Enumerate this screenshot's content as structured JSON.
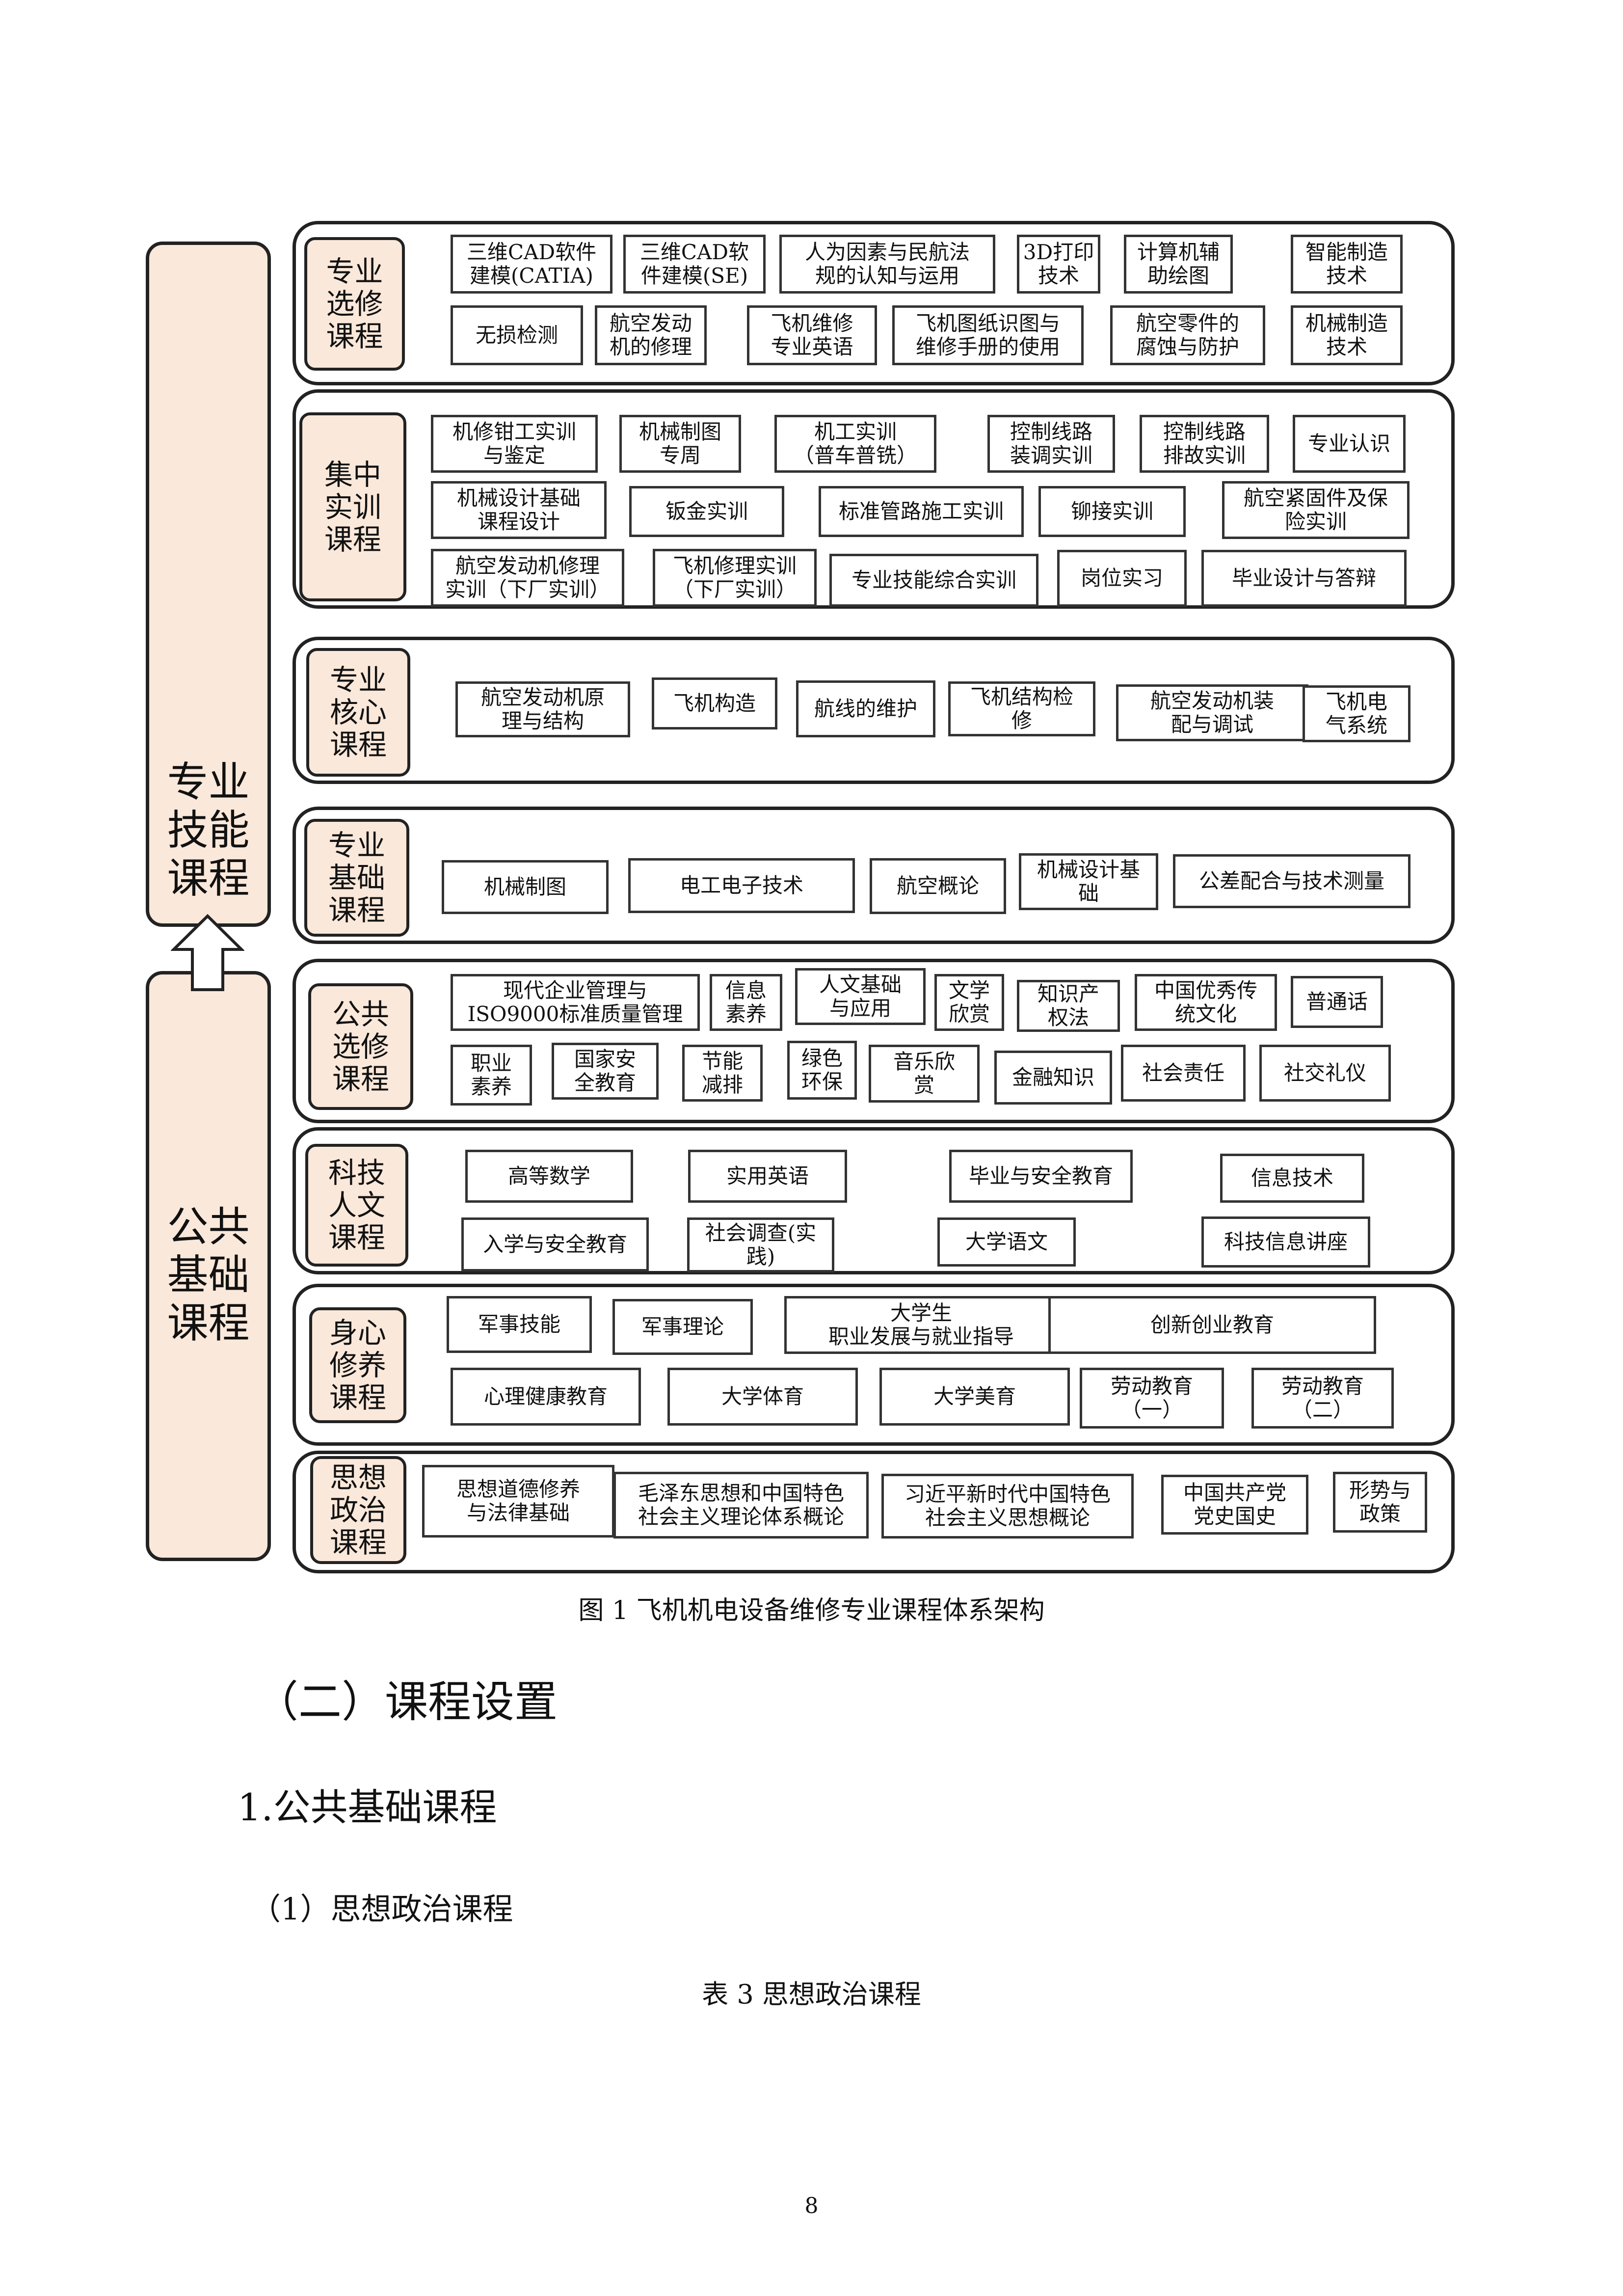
{
  "sidebars": {
    "top": "专业\n技能\n课程",
    "bottom": "公共\n基础\n课程"
  },
  "bands": [
    {
      "label": "专业\n选修\n课程",
      "courses": [
        "三维CAD软件\n建模(CATIA)",
        "三维CAD软\n件建模(SE)",
        "人为因素与民航法\n规的认知与运用",
        "3D打印\n技术",
        "计算机辅\n助绘图",
        "智能制造\n技术",
        "无损检测",
        "航空发动\n机的修理",
        "飞机维修\n专业英语",
        "飞机图纸识图与\n维修手册的使用",
        "航空零件的\n腐蚀与防护",
        "机械制造\n技术"
      ]
    },
    {
      "label": "集中\n实训\n课程",
      "courses": [
        "机修钳工实训\n与鉴定",
        "机械制图\n专周",
        "机工实训\n（普车普铣）",
        "控制线路\n装调实训",
        "控制线路\n排故实训",
        "专业认识",
        "机械设计基础\n课程设计",
        "钣金实训",
        "标准管路施工实训",
        "铆接实训",
        "航空紧固件及保\n险实训",
        "航空发动机修理\n实训（下厂实训）",
        "飞机修理实训\n（下厂实训）",
        "专业技能综合实训",
        "岗位实习",
        "毕业设计与答辩"
      ]
    },
    {
      "label": "专业\n核心\n课程",
      "courses": [
        "航空发动机原\n理与结构",
        "飞机构造",
        "航线的维护",
        "飞机结构检\n修",
        "航空发动机装\n配与调试",
        "飞机电\n气系统"
      ]
    },
    {
      "label": "专业\n基础\n课程",
      "courses": [
        "机械制图",
        "电工电子技术",
        "航空概论",
        "机械设计基\n础",
        "公差配合与技术测量"
      ]
    },
    {
      "label": "公共\n选修\n课程",
      "courses": [
        "现代企业管理与\nISO9000标准质量管理",
        "信息\n素养",
        "人文基础\n与应用",
        "文学\n欣赏",
        "知识产\n权法",
        "中国优秀传\n统文化",
        "普通话",
        "职业\n素养",
        "国家安\n全教育",
        "节能\n减排",
        "绿色\n环保",
        "音乐欣\n赏",
        "金融知识",
        "社会责任",
        "社交礼仪"
      ]
    },
    {
      "label": "科技\n人文\n课程",
      "courses": [
        "高等数学",
        "实用英语",
        "毕业与安全教育",
        "信息技术",
        "入学与安全教育",
        "社会调查(实践)",
        "大学语文",
        "科技信息讲座"
      ]
    },
    {
      "label": "身心\n修养\n课程",
      "courses": [
        "军事技能",
        "军事理论",
        "大学生\n职业发展与就业指导",
        "创新创业教育",
        "心理健康教育",
        "大学体育",
        "大学美育",
        "劳动教育\n（一）",
        "劳动教育\n（二）"
      ]
    },
    {
      "label": "思想\n政治\n课程",
      "courses": [
        "思想道德修养\n与法律基础",
        "毛泽东思想和中国特色\n社会主义理论体系概论",
        "习近平新时代中国特色\n社会主义思想概论",
        "中国共产党\n党史国史",
        "形势与\n政策"
      ]
    }
  ],
  "figure_caption": "图 1  飞机机电设备维修专业课程体系架构",
  "section_heading": "（二）课程设置",
  "subsection_heading": "1.公共基础课程",
  "subsubsection_heading": "（1）思想政治课程",
  "table_caption": "表 3    思想政治课程",
  "page_number": "8"
}
